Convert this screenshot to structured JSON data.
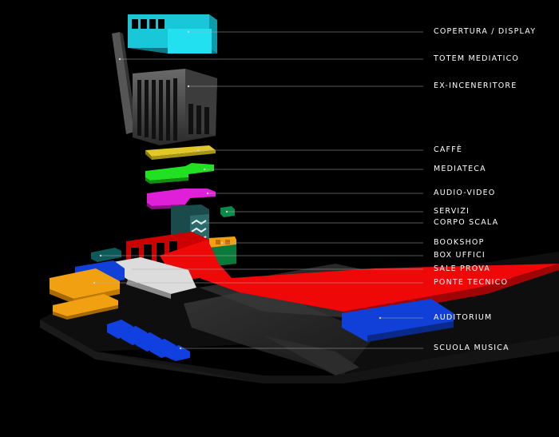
{
  "labels": {
    "copertura": "COPERTURA / DISPLAY",
    "totem": "TOTEM MEDIATICO",
    "inceneritore": "EX-INCENERITORE",
    "caffe": "CAFFÈ",
    "mediateca": "MEDIATECA",
    "audiovideo": "AUDIO-VIDEO",
    "servizi": "SERVIZI",
    "corpo_scala": "CORPO SCALA",
    "bookshop": "BOOKSHOP",
    "box_uffici": "BOX UFFICI",
    "sale_prova": "SALE PROVA",
    "ponte_tecnico": "PONTE TECNICO",
    "auditorium": "AUDITORIUM",
    "scuola_musica": "SCUOLA MUSICA"
  },
  "colors": {
    "copertura": "#22d8e8",
    "caffe": "#d8c020",
    "mediateca": "#22e022",
    "audiovideo": "#e020d8",
    "servizi": "#0a8a4a",
    "bookshop": "#f0a010",
    "ponte": "#ee0808",
    "auditorium": "#1040d8",
    "scuola": "#1040e0",
    "orange": "#f0a010",
    "leader": "#b0b0b0"
  }
}
